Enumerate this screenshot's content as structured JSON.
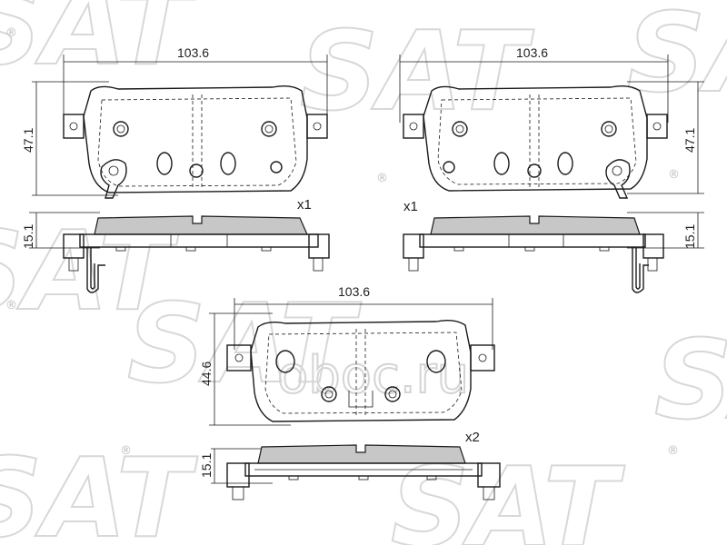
{
  "watermark": {
    "brand": "SAT",
    "logo_text": "oboc.ru",
    "registered": "®"
  },
  "pads": [
    {
      "id": "pad-left",
      "width_label": "103.6",
      "height_label": "47.1",
      "thickness_label": "15.1",
      "quantity_label": "x1"
    },
    {
      "id": "pad-right",
      "width_label": "103.6",
      "height_label": "47.1",
      "thickness_label": "15.1",
      "quantity_label": "x1"
    },
    {
      "id": "pad-bottom",
      "width_label": "103.6",
      "height_label": "44.6",
      "thickness_label": "15.1",
      "quantity_label": "x2"
    }
  ]
}
